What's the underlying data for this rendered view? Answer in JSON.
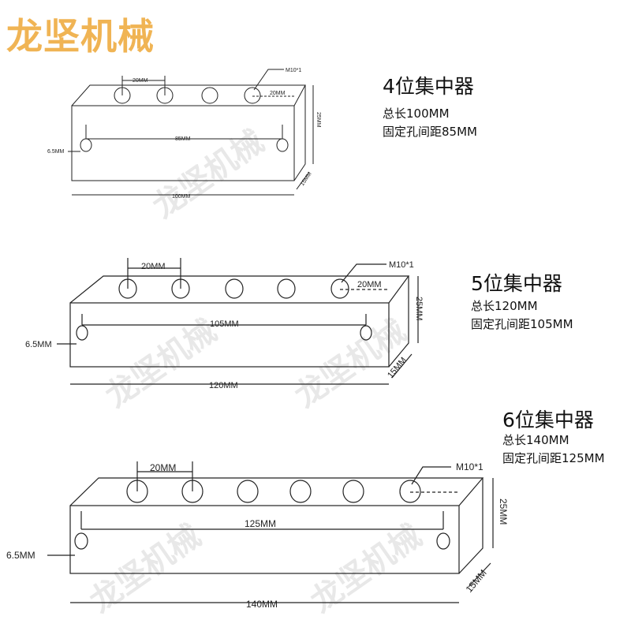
{
  "brand": {
    "name": "龙坚机械",
    "color": "#f0b454"
  },
  "watermark": "龙坚机械",
  "colors": {
    "line": "#222222",
    "brand": "#f0b454"
  },
  "products": [
    {
      "title": "4位集中器",
      "spec_length": "总长100MM",
      "spec_hole": "固定孔间距85MM",
      "holes": 4,
      "dims": {
        "spacing": "20MM",
        "thread": "M10*1",
        "edge": "20MM",
        "height": "25MM",
        "depth": "15MM",
        "hole_distance": "85MM",
        "mount_hole": "6.5MM",
        "total_length": "100MM"
      }
    },
    {
      "title": "5位集中器",
      "spec_length": "总长120MM",
      "spec_hole": "固定孔间距105MM",
      "holes": 5,
      "dims": {
        "spacing": "20MM",
        "thread": "M10*1",
        "edge": "20MM",
        "height": "25MM",
        "depth": "15MM",
        "hole_distance": "105MM",
        "mount_hole": "6.5MM",
        "total_length": "120MM"
      }
    },
    {
      "title": "6位集中器",
      "spec_length": "总长140MM",
      "spec_hole": "固定孔间距125MM",
      "holes": 6,
      "dims": {
        "spacing": "20MM",
        "thread": "M10*1",
        "edge": "",
        "height": "25MM",
        "depth": "15MM",
        "hole_distance": "125MM",
        "mount_hole": "6.5MM",
        "total_length": "140MM"
      }
    }
  ]
}
